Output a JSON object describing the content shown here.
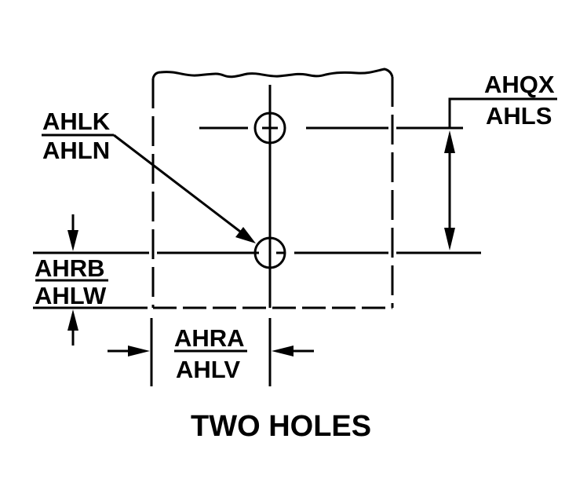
{
  "diagram": {
    "title": "TWO HOLES",
    "colors": {
      "ink": "#000000",
      "background": "#ffffff"
    },
    "labels": {
      "hole_callout": {
        "top": "AHLK",
        "bottom": "AHLN"
      },
      "hole_spacing": {
        "top": "AHQX",
        "bottom": "AHLS"
      },
      "edge_distance_vertical": {
        "top": "AHRB",
        "bottom": "AHLW"
      },
      "edge_distance_horizontal": {
        "top": "AHRA",
        "bottom": "AHLV"
      }
    }
  }
}
